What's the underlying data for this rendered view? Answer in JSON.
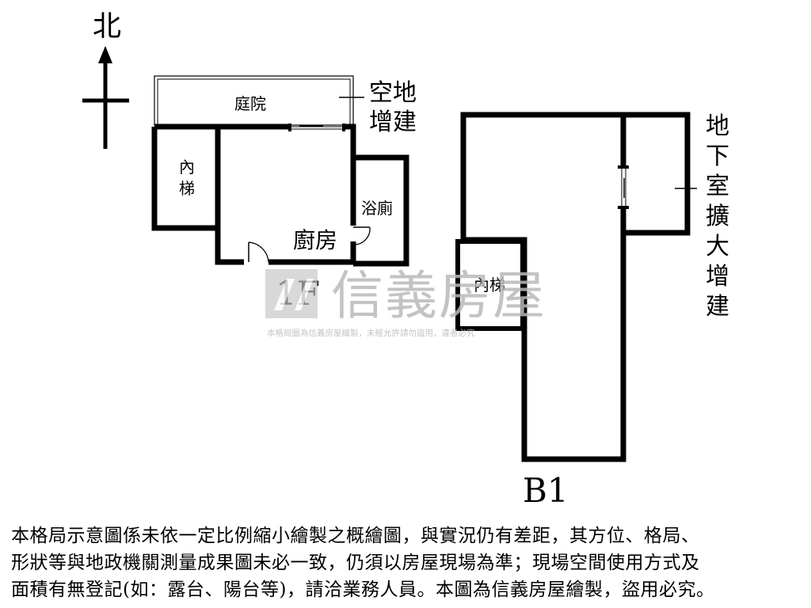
{
  "compass": {
    "north_label": "北"
  },
  "floor_1f": {
    "label": "1F",
    "rooms": {
      "courtyard": "庭院",
      "inner_stair": "內梯",
      "bathroom": "浴廁",
      "kitchen": "廚房"
    },
    "annotation_line1": "空地",
    "annotation_line2": "增建"
  },
  "floor_b1": {
    "label": "B1",
    "rooms": {
      "inner_stair": "內梯"
    },
    "annotation": [
      "地",
      "下",
      "室",
      "擴",
      "大",
      "增",
      "建"
    ]
  },
  "watermark": {
    "brand": "信義房屋",
    "notice": "本格局圖為信義房屋繪製，未經允許請勿盜用，違者必究"
  },
  "disclaimer": {
    "line1": "本格局示意圖係未依一定比例縮小繪製之概繪圖，與實況仍有差距，其方位、格局、",
    "line2": "形狀等與地政機關測量成果圖未必一致，仍須以房屋現場為準；現場空間使用方式及",
    "line3": "面積有無登記(如：露台、陽台等)，請洽業務人員。本圖為信義房屋繪製，盜用必究。"
  },
  "colors": {
    "wall": "#000000",
    "watermark": "#b9b9b9",
    "background": "#ffffff"
  }
}
